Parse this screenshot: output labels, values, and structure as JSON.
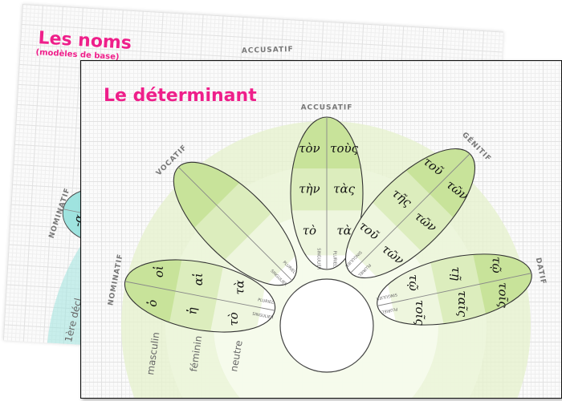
{
  "back_card": {
    "title": "Les noms",
    "subtitle": "(modèles de base)",
    "case_nominatif": "NOMINATIF",
    "case_accusatif": "ACCUSATIF",
    "ending": "-α",
    "declension": "1ère décl",
    "accent_color": "#9fe3df"
  },
  "front_card": {
    "title": "Le déterminant",
    "title_color": "#ee1f8a",
    "number_labels": {
      "singulier": "SINGULIER",
      "pluriel": "PLURIEL"
    },
    "genders": [
      "masculin",
      "féminin",
      "neutre"
    ],
    "petals": [
      {
        "case": "NOMINATIF",
        "singulier": [
          "ὁ",
          "ἡ",
          "τὸ"
        ],
        "pluriel": [
          "οἱ",
          "αἱ",
          "τὰ"
        ]
      },
      {
        "case": "VOCATIF",
        "singulier": [
          "",
          "",
          ""
        ],
        "pluriel": [
          "",
          "",
          ""
        ]
      },
      {
        "case": "ACCUSATIF",
        "singulier": [
          "τὸν",
          "τὴν",
          "τὸ"
        ],
        "pluriel": [
          "τοὺς",
          "τὰς",
          "τὰ"
        ]
      },
      {
        "case": "GÉNITIF",
        "singulier": [
          "τοῦ",
          "τῆς",
          "τοῦ"
        ],
        "pluriel": [
          "τῶν",
          "τῶν",
          "τῶν"
        ]
      },
      {
        "case": "DATIF",
        "singulier": [
          "τῷ",
          "τῇ",
          "τῷ"
        ],
        "pluriel": [
          "τοῖς",
          "ταῖς",
          "τοῖς"
        ]
      }
    ],
    "band_colors": [
      "#c8e39a",
      "#dcedbd",
      "#eef6de",
      "#ffffff"
    ]
  }
}
